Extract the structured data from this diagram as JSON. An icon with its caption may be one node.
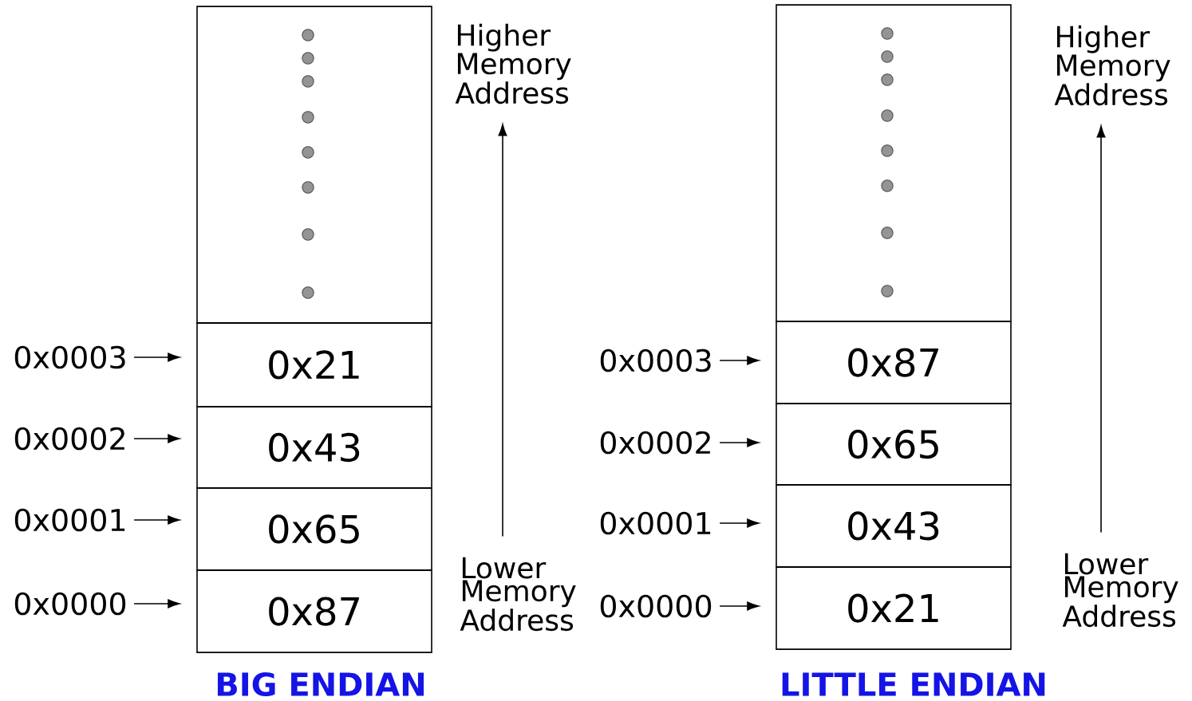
{
  "diagram": {
    "nodes": [
      {
        "text": [],
        "shape": "box"
      },
      {
        "text": [
          "0x0003"
        ]
      },
      {
        "text": [
          "0x21"
        ]
      },
      {
        "text": [
          "0x0002"
        ]
      },
      {
        "text": [
          "0x43"
        ]
      },
      {
        "text": [
          "0x0001"
        ]
      },
      {
        "text": [
          "0x65"
        ]
      },
      {
        "text": [
          "0x0000"
        ]
      },
      {
        "text": [
          "0x87"
        ]
      },
      {
        "text": [
          "Higher Memory Address"
        ]
      },
      {
        "text": [
          "Lower Memory Address"
        ]
      },
      {
        "text": [],
        "shape": "box"
      },
      {
        "text": [
          "0x0003"
        ]
      },
      {
        "text": [
          "0x87"
        ]
      },
      {
        "text": [
          "0x0002"
        ]
      },
      {
        "text": [
          "0x65"
        ]
      },
      {
        "text": [
          "0x0001"
        ]
      },
      {
        "text": [
          "0x43"
        ]
      },
      {
        "text": [
          "0x0000"
        ]
      },
      {
        "text": [
          "0x21"
        ]
      },
      {
        "text": [
          "Higher Memory Address"
        ]
      },
      {
        "text": [
          "Lower Memory Address"
        ]
      }
    ],
    "edges": [
      {
        "from": 1,
        "to": 2,
        "arrow": "to"
      },
      {
        "from": 3,
        "to": 4,
        "arrow": "to"
      },
      {
        "from": 5,
        "to": 6,
        "arrow": "to"
      },
      {
        "from": 7,
        "to": 8,
        "arrow": "to"
      },
      {
        "from": 10,
        "to": 9,
        "arrow": "to"
      },
      {
        "from": 12,
        "to": 13,
        "arrow": "to"
      },
      {
        "from": 14,
        "to": 15,
        "arrow": "to"
      },
      {
        "from": 16,
        "to": 17,
        "arrow": "to"
      },
      {
        "from": 18,
        "to": 19,
        "arrow": "to"
      },
      {
        "from": 21,
        "to": 20,
        "arrow": "to"
      }
    ],
    "labels": [
      "BIG ENDIAN",
      "LITTLE ENDIAN"
    ]
  }
}
